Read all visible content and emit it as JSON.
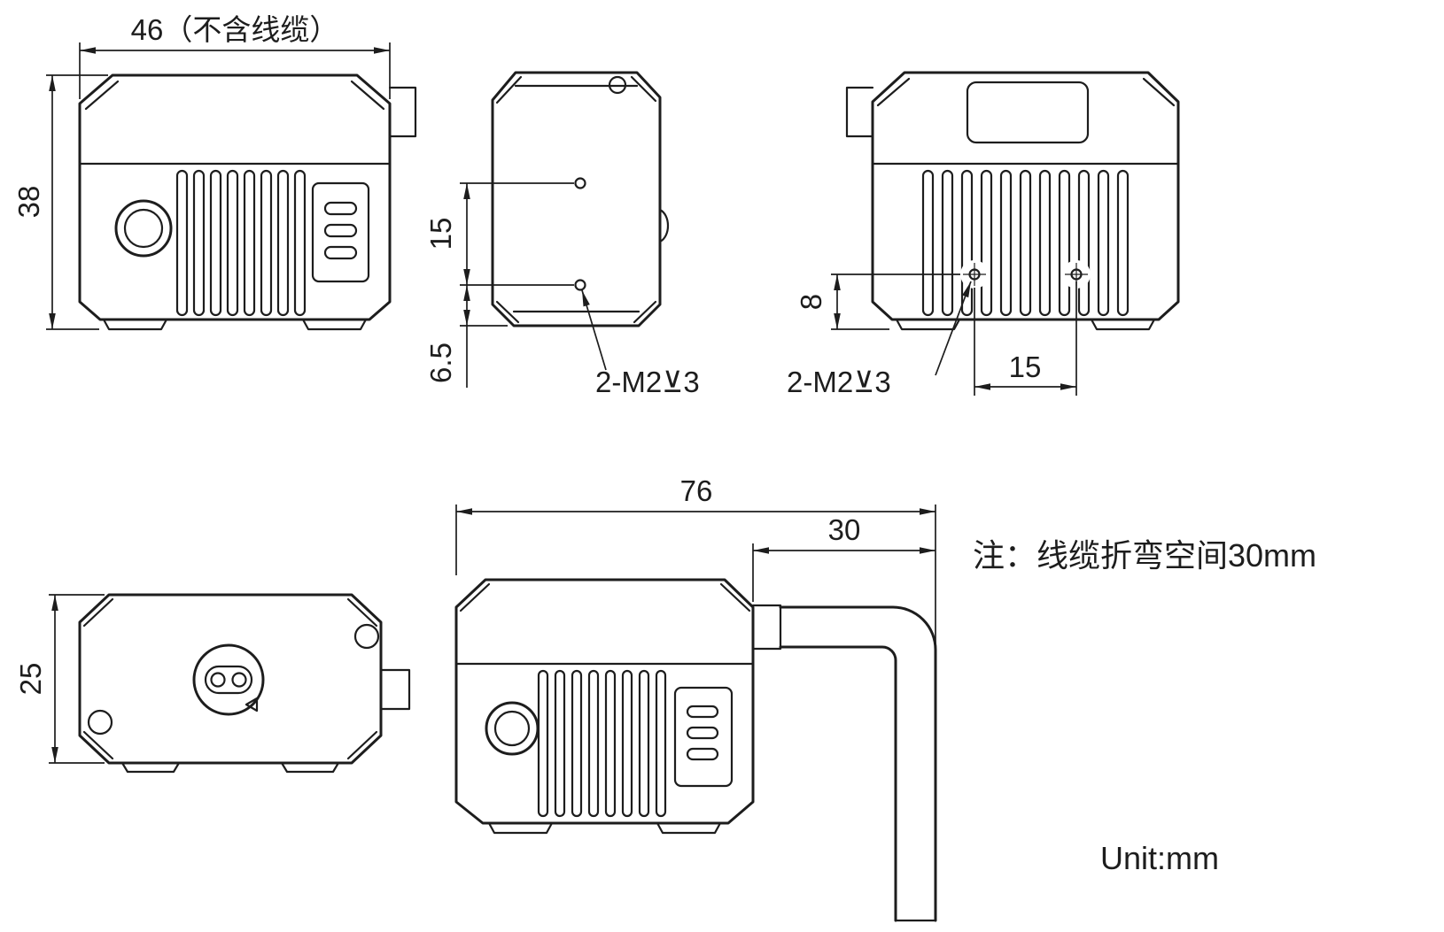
{
  "drawing": {
    "note": "注：线缆折弯空间30mm",
    "unit_label": "Unit:mm",
    "front_view": {
      "width": "46（不含线缆）",
      "height": "38"
    },
    "side_view": {
      "hole_spacing": "15",
      "hole_to_bottom": "6.5",
      "thread": "2-M2⊻3"
    },
    "rear_view": {
      "hole_to_bottom": "8",
      "hole_spacing": "15",
      "thread": "2-M2⊻3"
    },
    "top_view": {
      "depth": "25"
    },
    "cable_view": {
      "overall_length": "76",
      "cable_bend": "30"
    }
  }
}
